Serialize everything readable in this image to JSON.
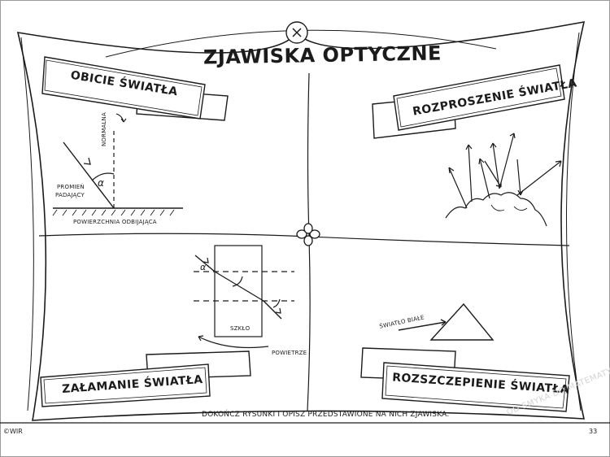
{
  "title": "ZJAWISKA OPTYCZNE",
  "sections": {
    "reflection": {
      "banner": "OBICIE ŚWIATŁA",
      "normal_label": "NORMALNA",
      "ray_label_line1": "PROMIEŃ",
      "ray_label_line2": "PADAJĄCY",
      "angle_label": "α",
      "surface_label": "POWIERZCHNIA ODBIJAJĄCA"
    },
    "scattering": {
      "banner": "ROZPROSZENIE ŚWIATŁA"
    },
    "refraction": {
      "banner": "ZAŁAMANIE ŚWIATŁA",
      "angle_label": "α",
      "glass_label": "SZKŁO",
      "air_label": "POWIETRZE"
    },
    "dispersion": {
      "banner": "ROZSZCZEPIENIE ŚWIATŁA",
      "white_light_label": "ŚWIATŁO BIAŁE"
    }
  },
  "instruction": "DOKOŃCZ RYSUNKI I OPISZ PRZEDSTAWIONE NA NICH ZJAWISKA.",
  "footer": {
    "copyright": "©WIR",
    "page_number": "33"
  },
  "watermark": "OD SMYKA DO MATEMATYKA",
  "colors": {
    "ink": "#1b1b1b",
    "paper": "#ffffff",
    "watermark": "#d4d4d4"
  }
}
